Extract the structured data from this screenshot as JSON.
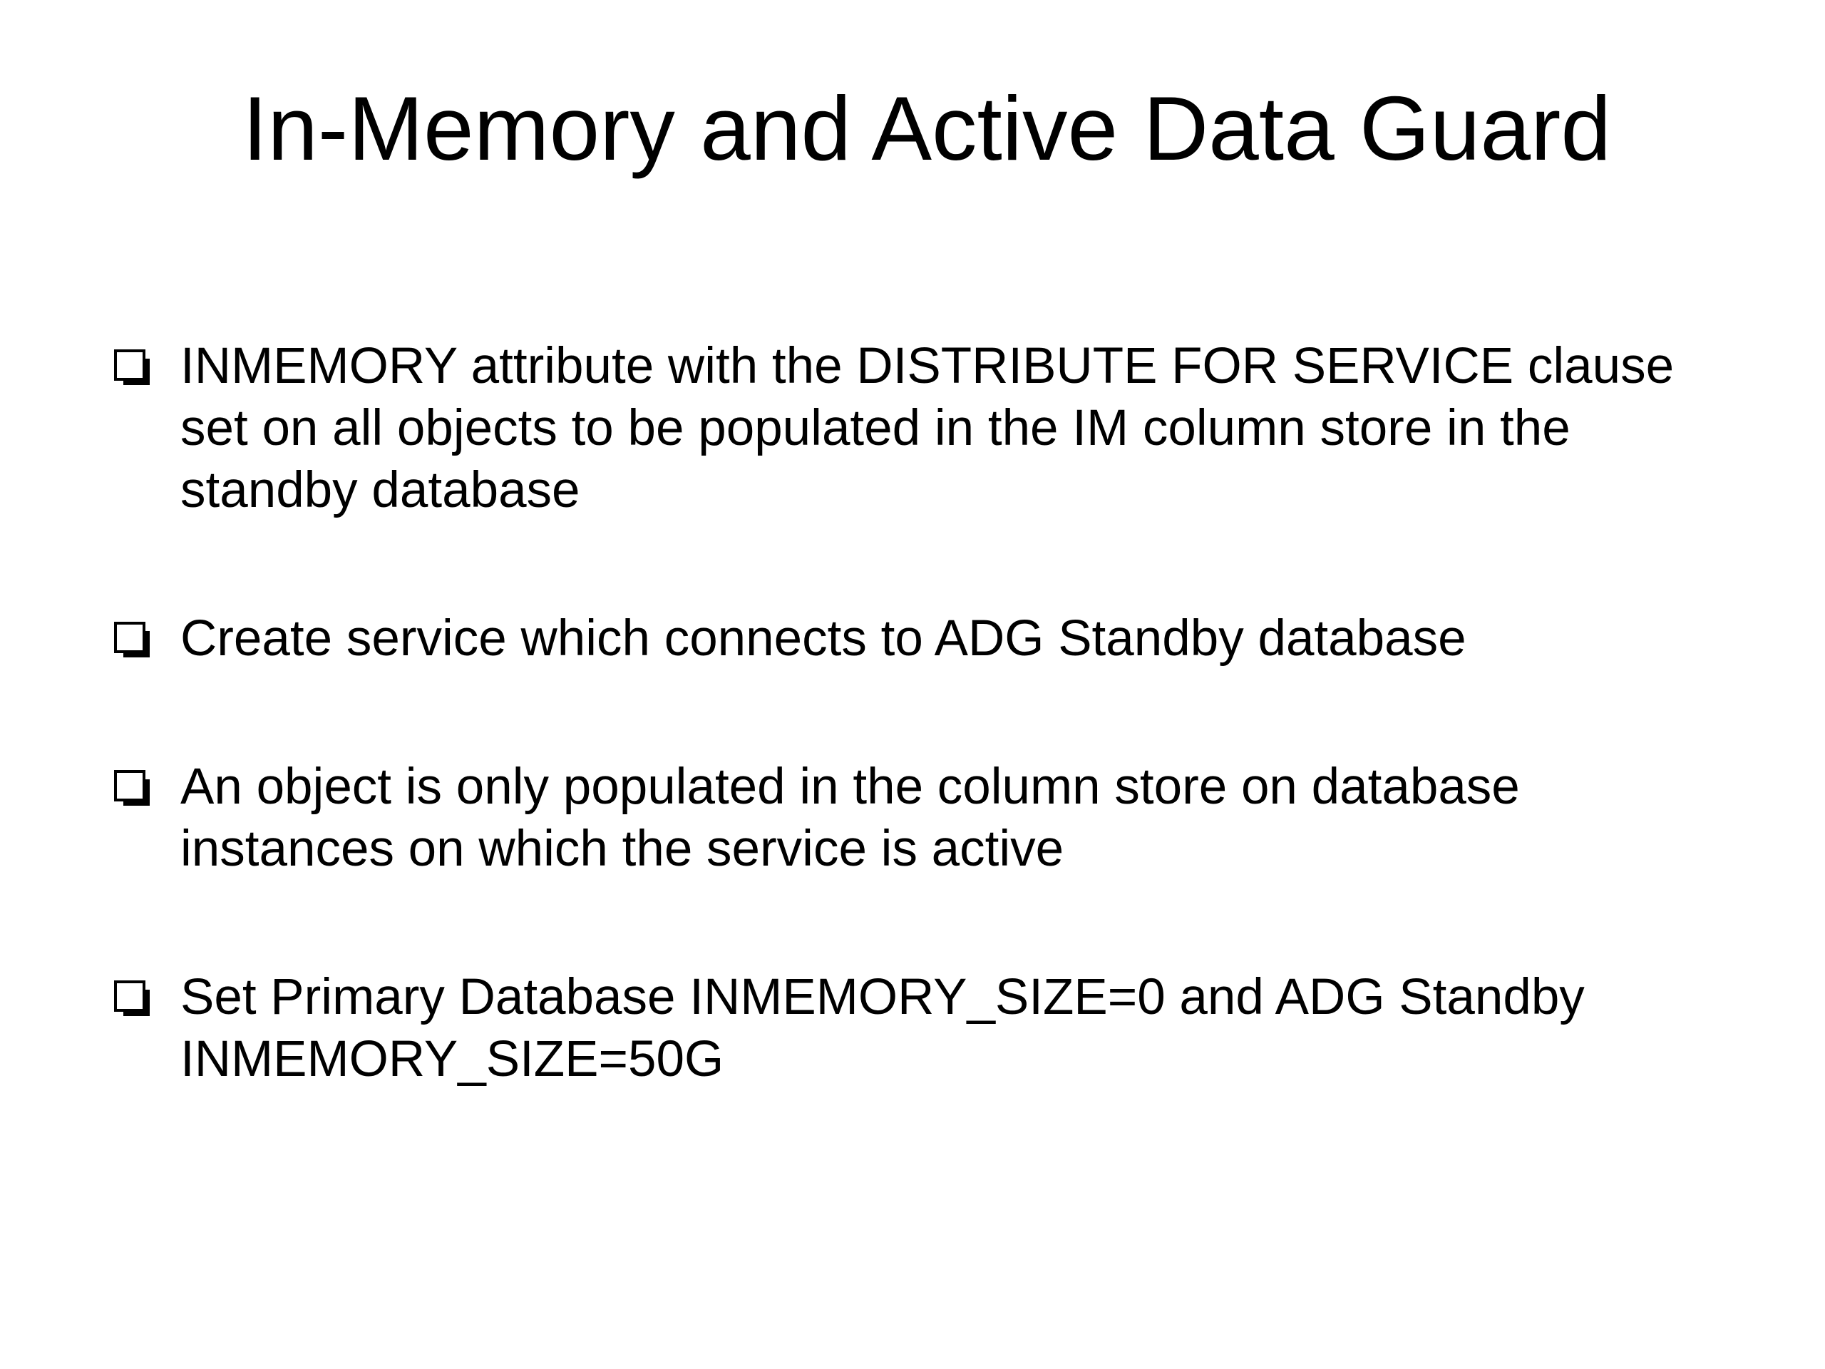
{
  "slide": {
    "title": "In-Memory and Active Data Guard",
    "bullet_icon": "hollow-square-bullet-icon",
    "bullets": [
      {
        "text": "INMEMORY attribute with the DISTRIBUTE FOR SERVICE clause\nset on all objects to be populated in the IM column store in the\nstandby database"
      },
      {
        "text": "Create service which connects to ADG Standby database"
      },
      {
        "text": "An object is only populated in the column store on database\ninstances on which the service is active"
      },
      {
        "text": "Set Primary Database INMEMORY_SIZE=0 and ADG Standby\nINMEMORY_SIZE=50G"
      }
    ]
  }
}
